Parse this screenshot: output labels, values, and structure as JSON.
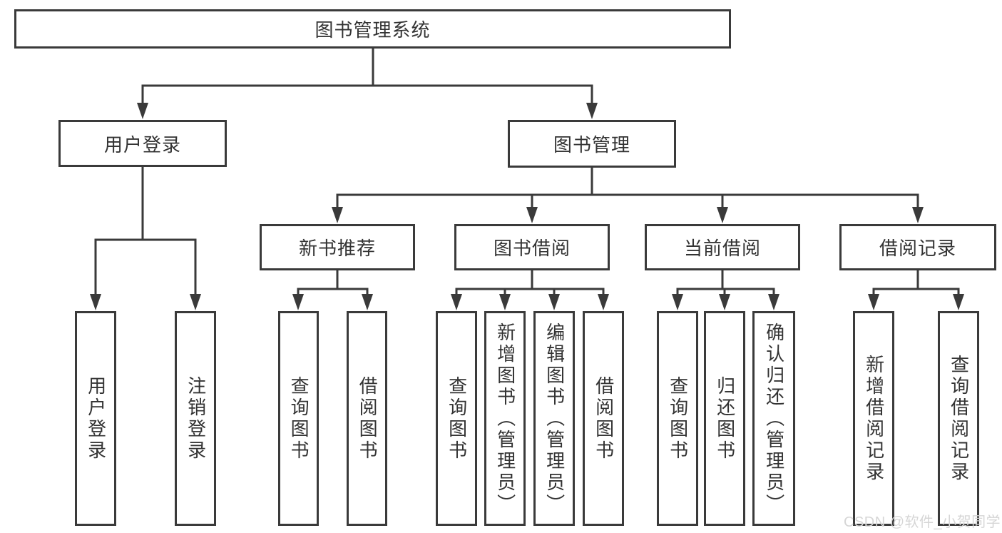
{
  "tree": {
    "root": {
      "label": "图书管理系统"
    },
    "login": {
      "label": "用户登录",
      "children": [
        "用户登录",
        "注销登录"
      ]
    },
    "management": {
      "label": "图书管理",
      "sections": {
        "recommend": {
          "label": "新书推荐",
          "children": [
            "查询图书",
            "借阅图书"
          ]
        },
        "borrow": {
          "label": "图书借阅",
          "children": [
            "查询图书",
            "新增图书（管理员）",
            "编辑图书（管理员）",
            "借阅图书"
          ]
        },
        "current": {
          "label": "当前借阅",
          "children": [
            "查询图书",
            "归还图书",
            "确认归还（管理员）"
          ]
        },
        "records": {
          "label": "借阅记录",
          "children": [
            "新增借阅记录",
            "查询借阅记录"
          ]
        }
      }
    }
  },
  "watermark": {
    "text": "CSDN @软件_小贺同学"
  },
  "colors": {
    "line": "#3a3a3a",
    "text": "#333333",
    "background": "#ffffff",
    "watermark": "#d6d6d6"
  }
}
